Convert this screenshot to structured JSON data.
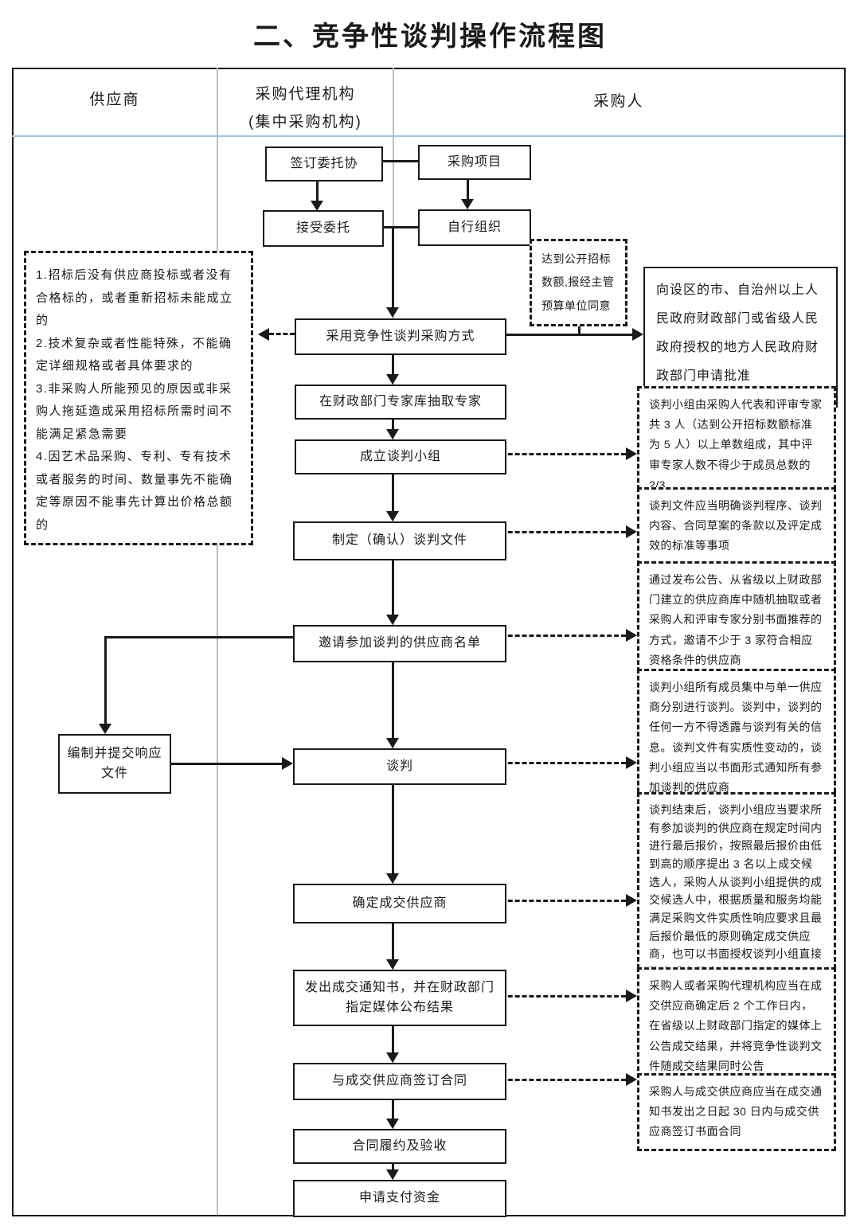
{
  "title": "二、竞争性谈判操作流程图",
  "columns": {
    "supplier": "供应商",
    "agency_line1": "采购代理机构",
    "agency_line2": "(集中采购机构)",
    "purchaser": "采购人"
  },
  "nodes": {
    "sign_agreement": "签订委托协",
    "procurement_project": "采购项目",
    "accept_entrustment": "接受委托",
    "self_organize": "自行组织",
    "adopt_method": "采用竞争性谈判采购方式",
    "extract_experts": "在财政部门专家库抽取专家",
    "form_team": "成立谈判小组",
    "formulate_docs": "制定（确认）谈判文件",
    "invite_suppliers": "邀请参加谈判的供应商名单",
    "prepare_response": "编制并提交响应文件",
    "negotiate": "谈判",
    "determine_supplier": "确定成交供应商",
    "issue_notice": "发出成交通知书，并在财政部门指定媒体公布结果",
    "sign_contract": "与成交供应商签订合同",
    "contract_performance": "合同履约及验收",
    "apply_payment": "申请支付资金",
    "approval_request": "向设区的市、自治州以上人民政府财政部门或省级人民政府授权的地方人民政府财政部门申请批准",
    "threshold_condition": "达到公开招标数额,报经主管预算单位同意"
  },
  "reasons": {
    "items": [
      "1.招标后没有供应商投标或者没有合格标的，或者重新招标未能成立的",
      "2.技术复杂或者性能特殊，不能确定详细规格或者具体要求的",
      "3.非采购人所能预见的原因或非采购人拖延造成采用招标所需时间不能满足紧急需要",
      "4.因艺术品采购、专利、专有技术或者服务的时间、数量事先不能确定等原因不能事先计算出价格总额的"
    ]
  },
  "annotations": {
    "team_composition": "谈判小组由采购人代表和评审专家共 3 人（达到公开招标数额标准为 5 人）以上单数组成，其中评审专家人数不得少于成员总数的 2/3",
    "doc_requirements": "谈判文件应当明确谈判程序、谈判内容、合同草案的条款以及评定成效的标准等事项",
    "invitation_method": "通过发布公告、从省级以上财政部门建立的供应商库中随机抽取或者采购人和评审专家分别书面推荐的方式，邀请不少于 3 家符合相应资格条件的供应商",
    "negotiation_rules": "谈判小组所有成员集中与单一供应商分别进行谈判。谈判中，谈判的任何一方不得透露与谈判有关的信息。谈判文件有实质性变动的，谈判小组应当以书面形式通知所有参加谈判的供应商",
    "final_quote_rules": "谈判结束后，谈判小组应当要求所有参加谈判的供应商在规定时间内进行最后报价，按照最后报价由低到高的顺序提出 3 名以上成交候选人，采购人从谈判小组提供的成交候选人中，根据质量和服务均能满足采购文件实质性响应要求且最后报价最低的原则确定成交供应商，也可以书面授权谈判小组直接确定成交供应商",
    "announcement_rules": "采购人或者采购代理机构应当在成交供应商确定后 2 个工作日内，在省级以上财政部门指定的媒体上公告成交结果，并将竞争性谈判文件随成交结果同时公告",
    "contract_deadline": "采购人与成交供应商应当在成交通知书发出之日起 30 日内与成交供应商签订书面合同"
  },
  "colors": {
    "line": "#1a1a1a",
    "grid": "#a3c6df",
    "background": "#ffffff"
  }
}
